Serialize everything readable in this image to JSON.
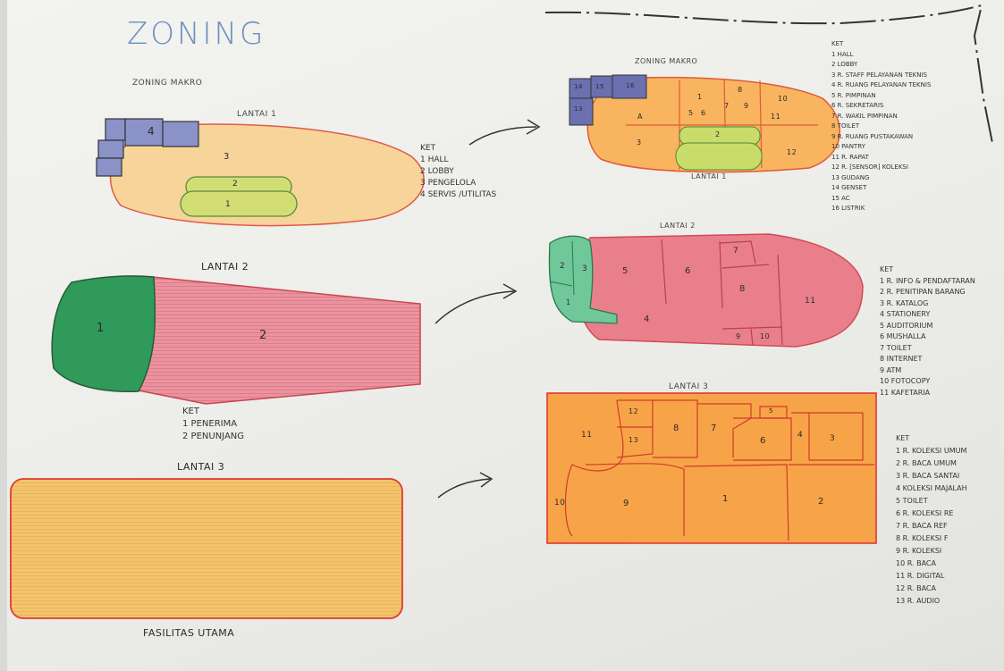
{
  "title": "ZONING",
  "left": {
    "subtitle": "ZONING MAKRO",
    "lantai1": {
      "title": "LANTAI 1",
      "zones": [
        "4",
        "3",
        "2",
        "1"
      ],
      "ket_title": "KET",
      "ket": [
        "1 HALL",
        "2 LOBBY",
        "3 PENGELOLA",
        "4 SERVIS /UTILITAS"
      ]
    },
    "lantai2": {
      "title": "LANTAI 2",
      "zones": [
        "1",
        "2"
      ],
      "ket_title": "KET",
      "ket": [
        "1 PENERIMA",
        "2 PENUNJANG"
      ]
    },
    "lantai3": {
      "title": "LANTAI 3",
      "caption": "FASILITAS UTAMA"
    }
  },
  "right": {
    "lantai1": {
      "subtitle": "ZONING MAKRO",
      "title": "LANTAI 1",
      "zones": [
        "14",
        "13",
        "15",
        "16",
        "A",
        "1",
        "5",
        "6",
        "7",
        "8",
        "9",
        "10",
        "11",
        "3",
        "2",
        "12"
      ],
      "ket_title": "KET",
      "ket": [
        "1 HALL",
        "2 LOBBY",
        "3 R. STAFF PELAYANAN TEKNIS",
        "4 R. RUANG PELAYANAN TEKNIS",
        "5 R. PIMPINAN",
        "6 R. SEKRETARIS",
        "7 R. WAKIL PIMPINAN",
        "8 TOILET",
        "9 R. RUANG PUSTAKAWAN",
        "10 PANTRY",
        "11 R. RAPAT",
        "12 R. [sensor] KOLEKSI",
        "13 GUDANG",
        "14 GENSET",
        "15 AC",
        "16 LISTRIK"
      ]
    },
    "lantai2": {
      "title": "LANTAI 2",
      "zones": [
        "2",
        "3",
        "1",
        "5",
        "6",
        "7",
        "8",
        "4",
        "11",
        "9",
        "10"
      ],
      "ket_title": "KET",
      "ket": [
        "1 R. INFO & PENDAFTARAN",
        "2 R. PENITIPAN BARANG",
        "3 R. KATALOG",
        "4 STATIONERY",
        "5 AUDITORIUM",
        "6 MUSHALLA",
        "7 TOILET",
        "8 INTERNET",
        "9 ATM",
        "10 FOTOCOPY",
        "11 KAFETARIA"
      ]
    },
    "lantai3": {
      "title": "LANTAI 3",
      "zones": [
        "11",
        "12",
        "13",
        "8",
        "7",
        "5",
        "6",
        "4",
        "3",
        "10",
        "9",
        "1",
        "2"
      ],
      "ket_title": "KET",
      "ket": [
        "1 R. KOLEKSI UMUM",
        "2 R. BACA UMUM",
        "3 R. BACA SANTAI",
        "4 KOLEKSI MAJALAH",
        "5 TOILET",
        "6 R. KOLEKSI RE",
        "7 R. BACA REF",
        "8 R. KOLEKSI F",
        "9 R. KOLEKSI",
        "10 R. BACA",
        "11 R. DIGITAL",
        "12 R. BACA",
        "13 R. AUDIO"
      ]
    }
  },
  "colors": {
    "yellow": "#f5c97a",
    "orange": "#f6a54a",
    "pink": "#e9858f",
    "green": "#2f9a5a",
    "lightgreen": "#c9dc6a",
    "blue": "#7f87c6",
    "red": "#e04a3a"
  }
}
